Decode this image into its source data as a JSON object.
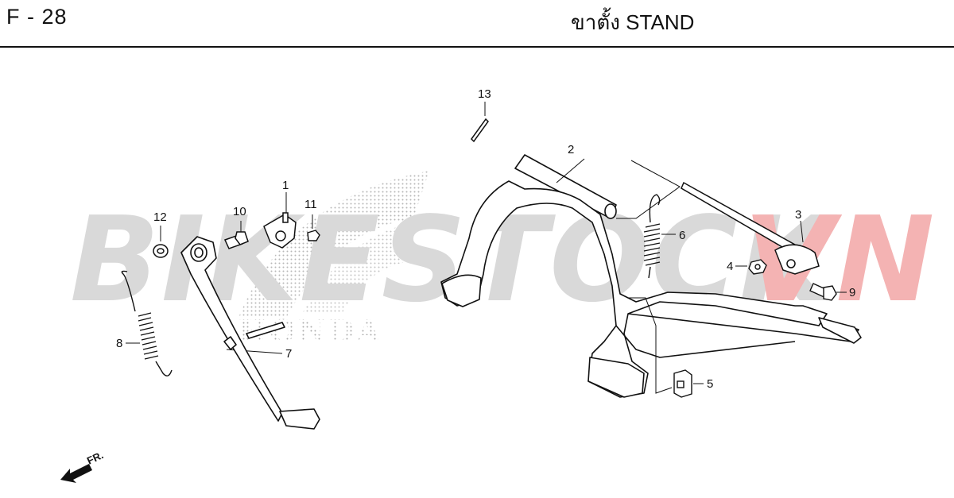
{
  "header": {
    "page_code": "F - 28",
    "title": "ขาตั้ง  STAND"
  },
  "watermark": {
    "text_main": "BIKESTOCK",
    "text_accent": "VN",
    "color_main": "#d9d9d9",
    "color_accent": "#f4b3b3",
    "logo_text": "HONDA"
  },
  "callouts": {
    "c1": "1",
    "c2": "2",
    "c3": "3",
    "c4": "4",
    "c5": "5",
    "c6": "6",
    "c7": "7",
    "c8": "8",
    "c9": "9",
    "c10": "10",
    "c11": "11",
    "c12": "12",
    "c13": "13"
  },
  "front_indicator": "FR."
}
